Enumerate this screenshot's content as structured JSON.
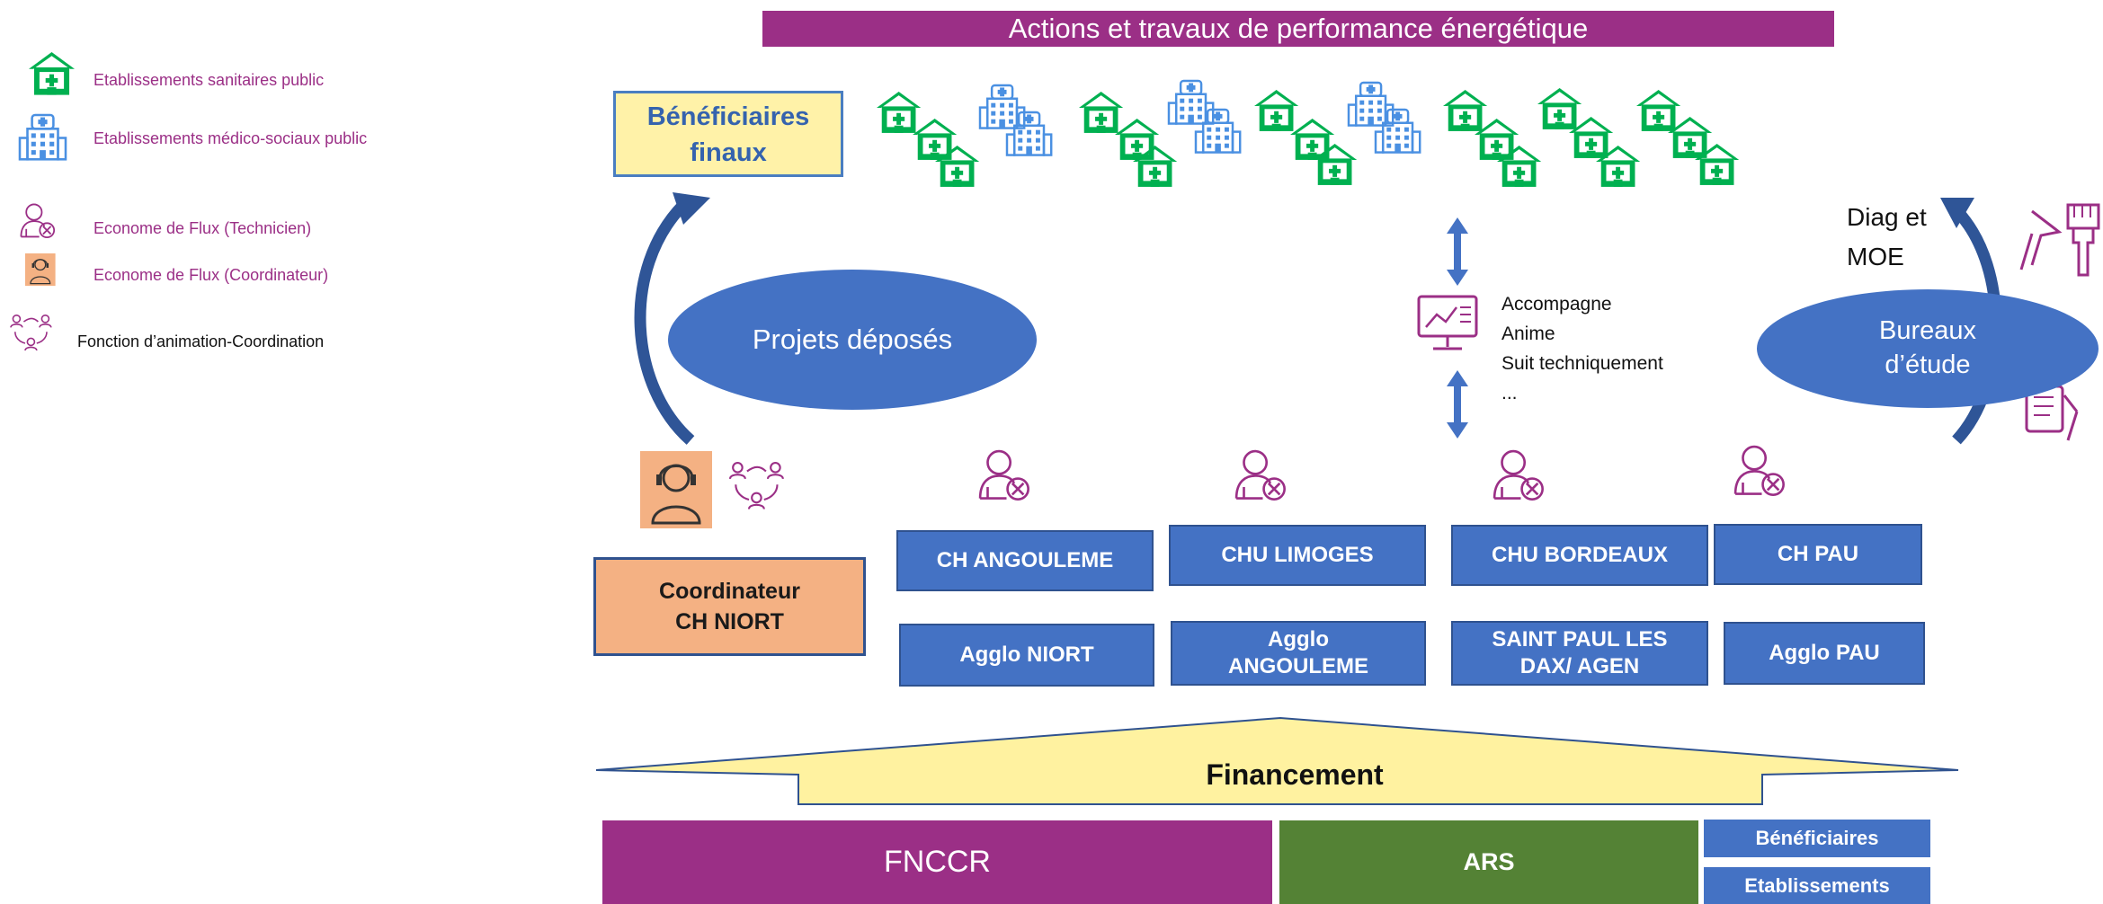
{
  "banner": {
    "title": "Actions et travaux de performance énergétique"
  },
  "legend": {
    "items": [
      {
        "icon": "hospital-building-icon",
        "label": "Etablissements sanitaires public"
      },
      {
        "icon": "medical-building-icon",
        "label": "Etablissements médico-sociaux public"
      },
      {
        "icon": "technician-icon",
        "label": "Econome de Flux (Technicien)"
      },
      {
        "icon": "coordinator-icon",
        "label": "Econome de Flux (Coordinateur)"
      },
      {
        "icon": "network-people-icon",
        "label": "Fonction d’animation-Coordination"
      }
    ]
  },
  "beneficiaires_finaux": {
    "line1": "Bénéficiaires",
    "line2": "finaux"
  },
  "projets": {
    "label": "Projets déposés"
  },
  "bureaux": {
    "line1": "Bureaux",
    "line2": "d’étude"
  },
  "diag": {
    "line1": "Diag et",
    "line2": "MOE"
  },
  "accompagne": {
    "lines": [
      "Accompagne",
      "Anime",
      "Suit techniquement",
      "..."
    ]
  },
  "coordinator": {
    "line1": "Coordinateur",
    "line2": "CH NIORT"
  },
  "partners_top": [
    "CH ANGOULEME",
    "CHU LIMOGES",
    "CHU BORDEAUX",
    "CH PAU"
  ],
  "partners_bottom": [
    {
      "line1": "Agglo NIORT",
      "line2": ""
    },
    {
      "line1": "Agglo",
      "line2": "ANGOULEME"
    },
    {
      "line1": "SAINT PAUL LES",
      "line2": "DAX/ AGEN"
    },
    {
      "line1": "Agglo PAU",
      "line2": ""
    }
  ],
  "financement": {
    "label": "Financement",
    "fnccr": "FNCCR",
    "ars": "ARS",
    "beneficiaires": "Bénéficiaires",
    "etablissements": "Etablissements"
  },
  "colors": {
    "purple": "#9B2F86",
    "blue": "#4472C4",
    "green": "#00B050",
    "orange": "#F4B183",
    "olive": "#548235",
    "yellow": "#FFF2A8"
  }
}
